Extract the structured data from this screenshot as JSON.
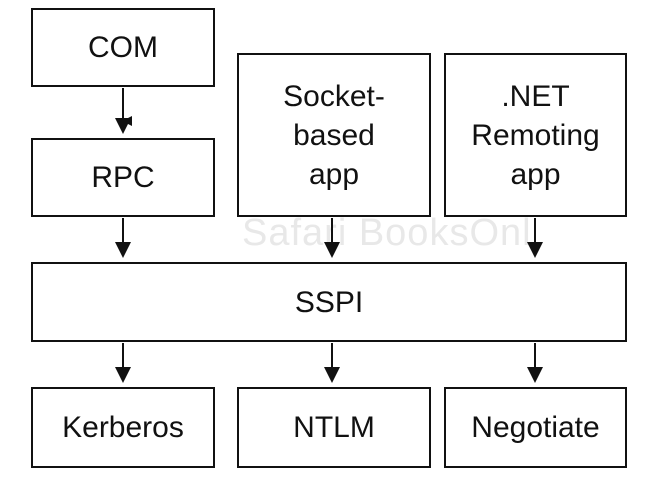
{
  "diagram": {
    "boxes": {
      "com": "COM",
      "rpc": "RPC",
      "socket_app": "Socket-\nbased\napp",
      "net_app": ".NET\nRemoting\napp",
      "sspi": "SSPI",
      "kerberos": "Kerberos",
      "ntlm": "NTLM",
      "negotiate": "Negotiate"
    },
    "edges": [
      {
        "from": "COM",
        "to": "RPC"
      },
      {
        "from": "RPC",
        "to": "SSPI"
      },
      {
        "from": "Socket-based app",
        "to": "SSPI"
      },
      {
        "from": ".NET Remoting app",
        "to": "SSPI"
      },
      {
        "from": "SSPI",
        "to": "Kerberos"
      },
      {
        "from": "SSPI",
        "to": "NTLM"
      },
      {
        "from": "SSPI",
        "to": "Negotiate"
      }
    ],
    "watermark": "Safari BooksOnl"
  },
  "colors": {
    "stroke": "#111111",
    "background": "#ffffff",
    "watermark": "#d6d6d6"
  }
}
